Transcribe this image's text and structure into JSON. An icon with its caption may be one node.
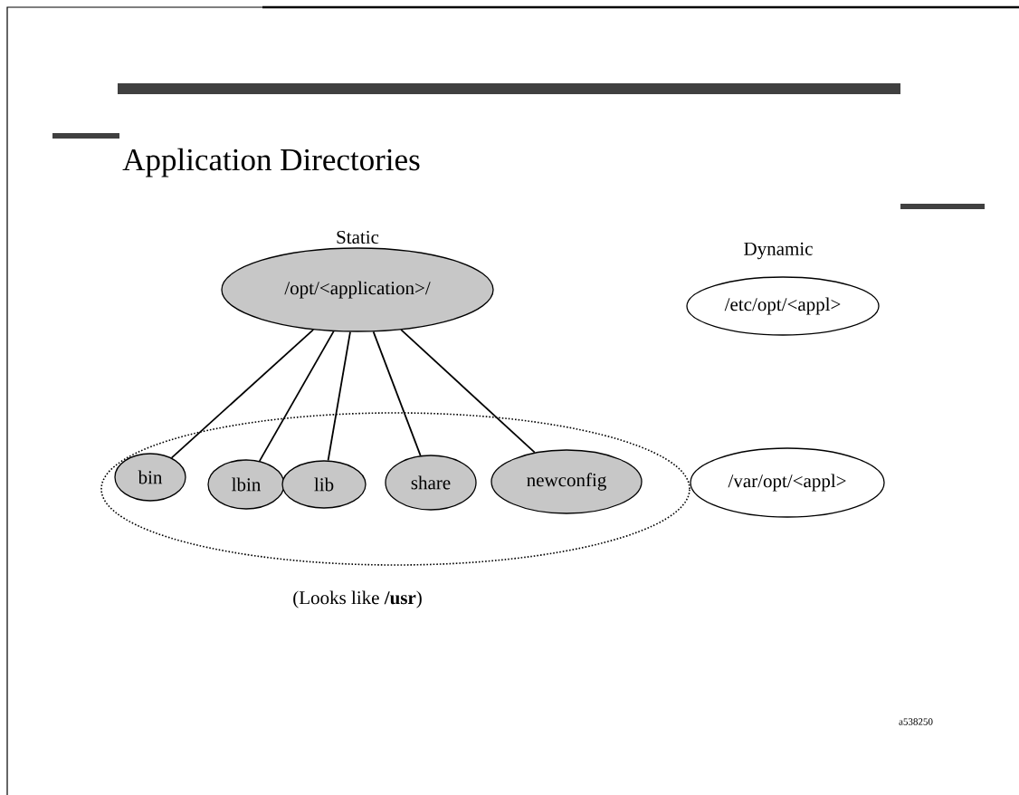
{
  "diagram": {
    "title": "Application Directories",
    "nodes": [
      {
        "text": [
          "/opt/<application>/"
        ]
      },
      {
        "text": [
          "/etc/opt/<appl>"
        ]
      },
      {
        "text": [
          "(Looks like **/usr**)"
        ]
      },
      {
        "text": [
          "bin"
        ],
        "in": 2
      },
      {
        "text": [
          "lbin"
        ],
        "in": 2
      },
      {
        "text": [
          "lib"
        ],
        "in": 2
      },
      {
        "text": [
          "share"
        ],
        "in": 2
      },
      {
        "text": [
          "newconfig"
        ],
        "in": 2
      },
      {
        "text": [
          "/var/opt/<appl>"
        ]
      }
    ],
    "edges": [
      {
        "from": 0,
        "to": 3,
        "arrow": "none"
      },
      {
        "from": 0,
        "to": 4,
        "arrow": "none"
      },
      {
        "from": 0,
        "to": 5,
        "arrow": "none"
      },
      {
        "from": 0,
        "to": 6,
        "arrow": "none"
      },
      {
        "from": 0,
        "to": 7,
        "arrow": "none"
      }
    ],
    "labels": [
      "Static",
      "Dynamic",
      "a538250"
    ]
  }
}
